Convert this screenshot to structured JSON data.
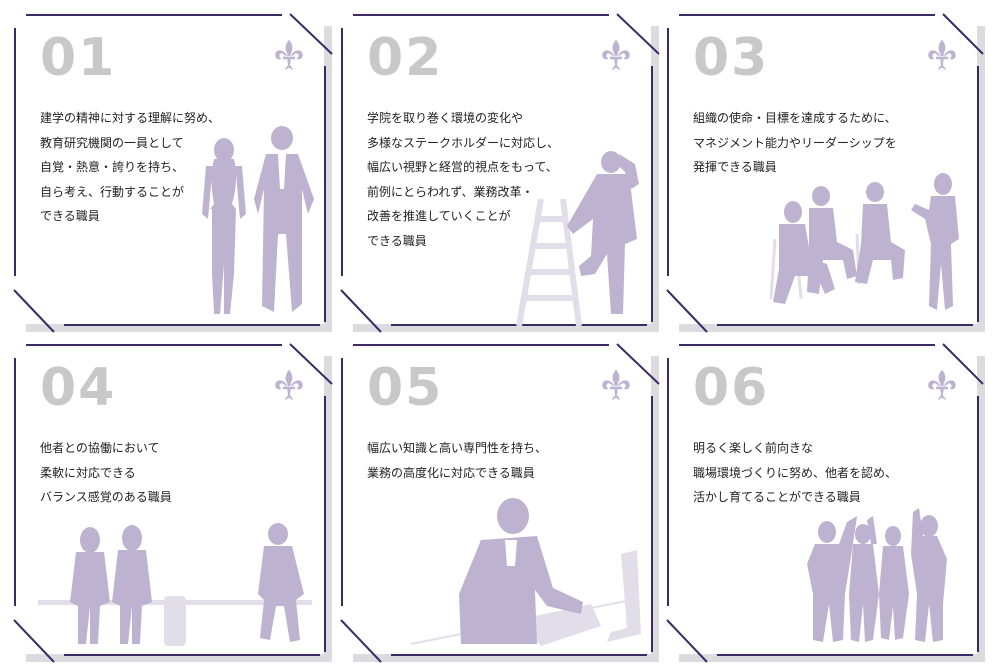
{
  "colors": {
    "accent": "#3b2a66",
    "silhouette": "#bdb3d1",
    "number": "#c8c8c8",
    "shadow": "#dcdce0"
  },
  "cards": [
    {
      "num": "01",
      "lines": [
        "建学の精神に対する理解に努め、",
        "教育研究機関の一員として",
        "自覚・熱意・誇りを持ち、",
        "自ら考え、行動することが",
        "できる職員"
      ]
    },
    {
      "num": "02",
      "lines": [
        "学院を取り巻く環境の変化や",
        "多様なステークホルダーに対応し、",
        "幅広い視野と経営的視点をもって、",
        "前例にとらわれず、業務改革・",
        "改善を推進していくことが",
        "できる職員"
      ]
    },
    {
      "num": "03",
      "lines": [
        "組織の使命・目標を達成するために、",
        "マネジメント能力やリーダーシップを",
        "発揮できる職員"
      ]
    },
    {
      "num": "04",
      "lines": [
        "他者との協働において",
        "柔軟に対応できる",
        "バランス感覚のある職員"
      ]
    },
    {
      "num": "05",
      "lines": [
        "幅広い知識と高い専門性を持ち、",
        "業務の高度化に対応できる職員"
      ]
    },
    {
      "num": "06",
      "lines": [
        "明るく楽しく前向きな",
        "職場環境づくりに努め、他者を認め、",
        "活かし育てることができる職員"
      ]
    }
  ]
}
